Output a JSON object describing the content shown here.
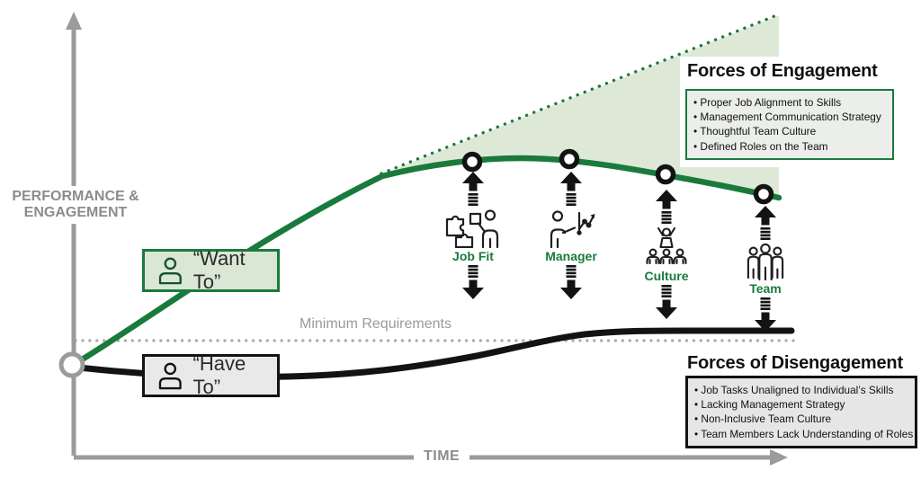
{
  "colors": {
    "green": "#1a7a3c",
    "light_green_shading": "#dde9d6",
    "axis_gray": "#9b9b9b",
    "label_gray": "#8c8c8c",
    "black": "#131313",
    "want_to_box_bg": "#d9e7d4",
    "have_to_box_bg": "#e9e9e9",
    "engagement_box_bg": "#ebeeea",
    "disengagement_box_bg": "#e6e6e6"
  },
  "axes": {
    "y_label_line1": "PERFORMANCE &",
    "y_label_line2": "ENGAGEMENT",
    "x_label": "TIME"
  },
  "threshold": {
    "label": "Minimum Requirements"
  },
  "curves": {
    "want_to_label": "“Want To”",
    "have_to_label": "“Have To”"
  },
  "forces": [
    {
      "label": "Job Fit"
    },
    {
      "label": "Manager"
    },
    {
      "label": "Culture"
    },
    {
      "label": "Team"
    }
  ],
  "engagement_panel": {
    "title": "Forces of Engagement",
    "items": [
      "Proper Job Alignment to Skills",
      "Management Communication Strategy",
      "Thoughtful Team Culture",
      "Defined Roles on the Team"
    ]
  },
  "disengagement_panel": {
    "title": "Forces of Disengagement",
    "items": [
      "Job Tasks Unaligned to Individual’s Skills",
      "Lacking Management Strategy",
      "Non-Inclusive Team Culture",
      "Team Members Lack Understanding of Roles"
    ]
  }
}
